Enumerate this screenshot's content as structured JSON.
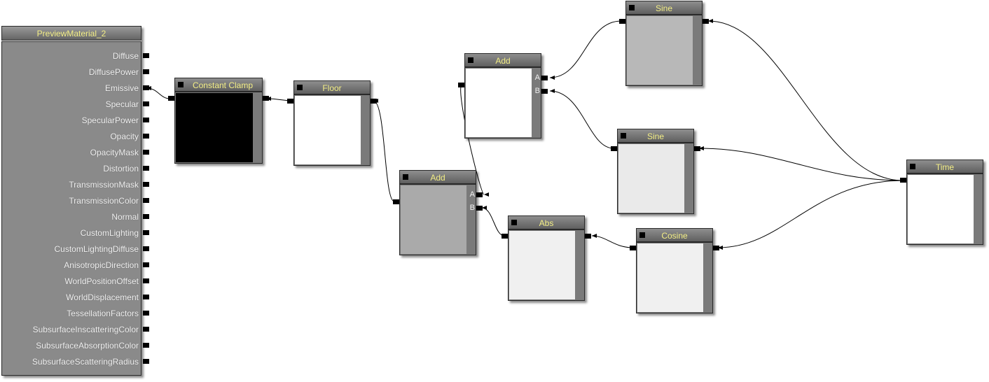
{
  "material": {
    "title": "PreviewMaterial_2",
    "inputs": [
      "Diffuse",
      "DiffusePower",
      "Emissive",
      "Specular",
      "SpecularPower",
      "Opacity",
      "OpacityMask",
      "Distortion",
      "TransmissionMask",
      "TransmissionColor",
      "Normal",
      "CustomLighting",
      "CustomLightingDiffuse",
      "AnisotropicDirection",
      "WorldPositionOffset",
      "WorldDisplacement",
      "TessellationFactors",
      "SubsurfaceInscatteringColor",
      "SubsurfaceAbsorptionColor",
      "SubsurfaceScatteringRadius"
    ]
  },
  "nodes": {
    "constant_clamp": {
      "title": "Constant Clamp",
      "preview_color": "#000000"
    },
    "floor": {
      "title": "Floor",
      "preview_color": "#ffffff"
    },
    "add_1": {
      "title": "Add",
      "preview_color": "#aaaaaa",
      "pin_a": "A",
      "pin_b": "B"
    },
    "add_2": {
      "title": "Add",
      "preview_color": "#ffffff",
      "pin_a": "A",
      "pin_b": "B"
    },
    "abs": {
      "title": "Abs",
      "preview_color": "#f0f0f0"
    },
    "cosine": {
      "title": "Cosine",
      "preview_color": "#f0f0f0"
    },
    "sine_1": {
      "title": "Sine",
      "preview_color": "#b8b8b8"
    },
    "sine_2": {
      "title": "Sine",
      "preview_color": "#eaeaea"
    },
    "time": {
      "title": "Time",
      "preview_color": "#ffffff"
    }
  },
  "colors": {
    "header_text": "#f3ee86",
    "canvas": "#ffffff",
    "node_frame": "#7a7a7a"
  }
}
